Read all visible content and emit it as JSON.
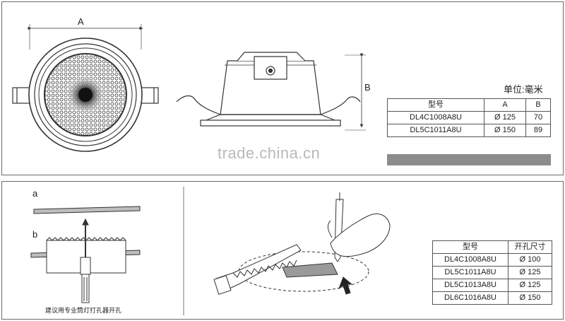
{
  "top": {
    "dim_a": "A",
    "dim_b": "B",
    "unit_label": "单位:毫米",
    "table": {
      "headers": [
        "型号",
        "A",
        "B"
      ],
      "rows": [
        [
          "DL4C1008A8U",
          "Ø 125",
          "70"
        ],
        [
          "DL5C1011A8U",
          "Ø 150",
          "89"
        ]
      ]
    }
  },
  "watermark": "trade.china.cn",
  "bottom": {
    "label_a": "a",
    "label_b": "b",
    "caption": "建议用专业筒灯打孔器开孔",
    "table": {
      "headers": [
        "型号",
        "开孔尺寸"
      ],
      "rows": [
        [
          "DL4C1008A8U",
          "Ø 100"
        ],
        [
          "DL5C1011A8U",
          "Ø 125"
        ],
        [
          "DL5C1013A8U",
          "Ø 125"
        ],
        [
          "DL6C1016A8U",
          "Ø 150"
        ]
      ]
    }
  }
}
